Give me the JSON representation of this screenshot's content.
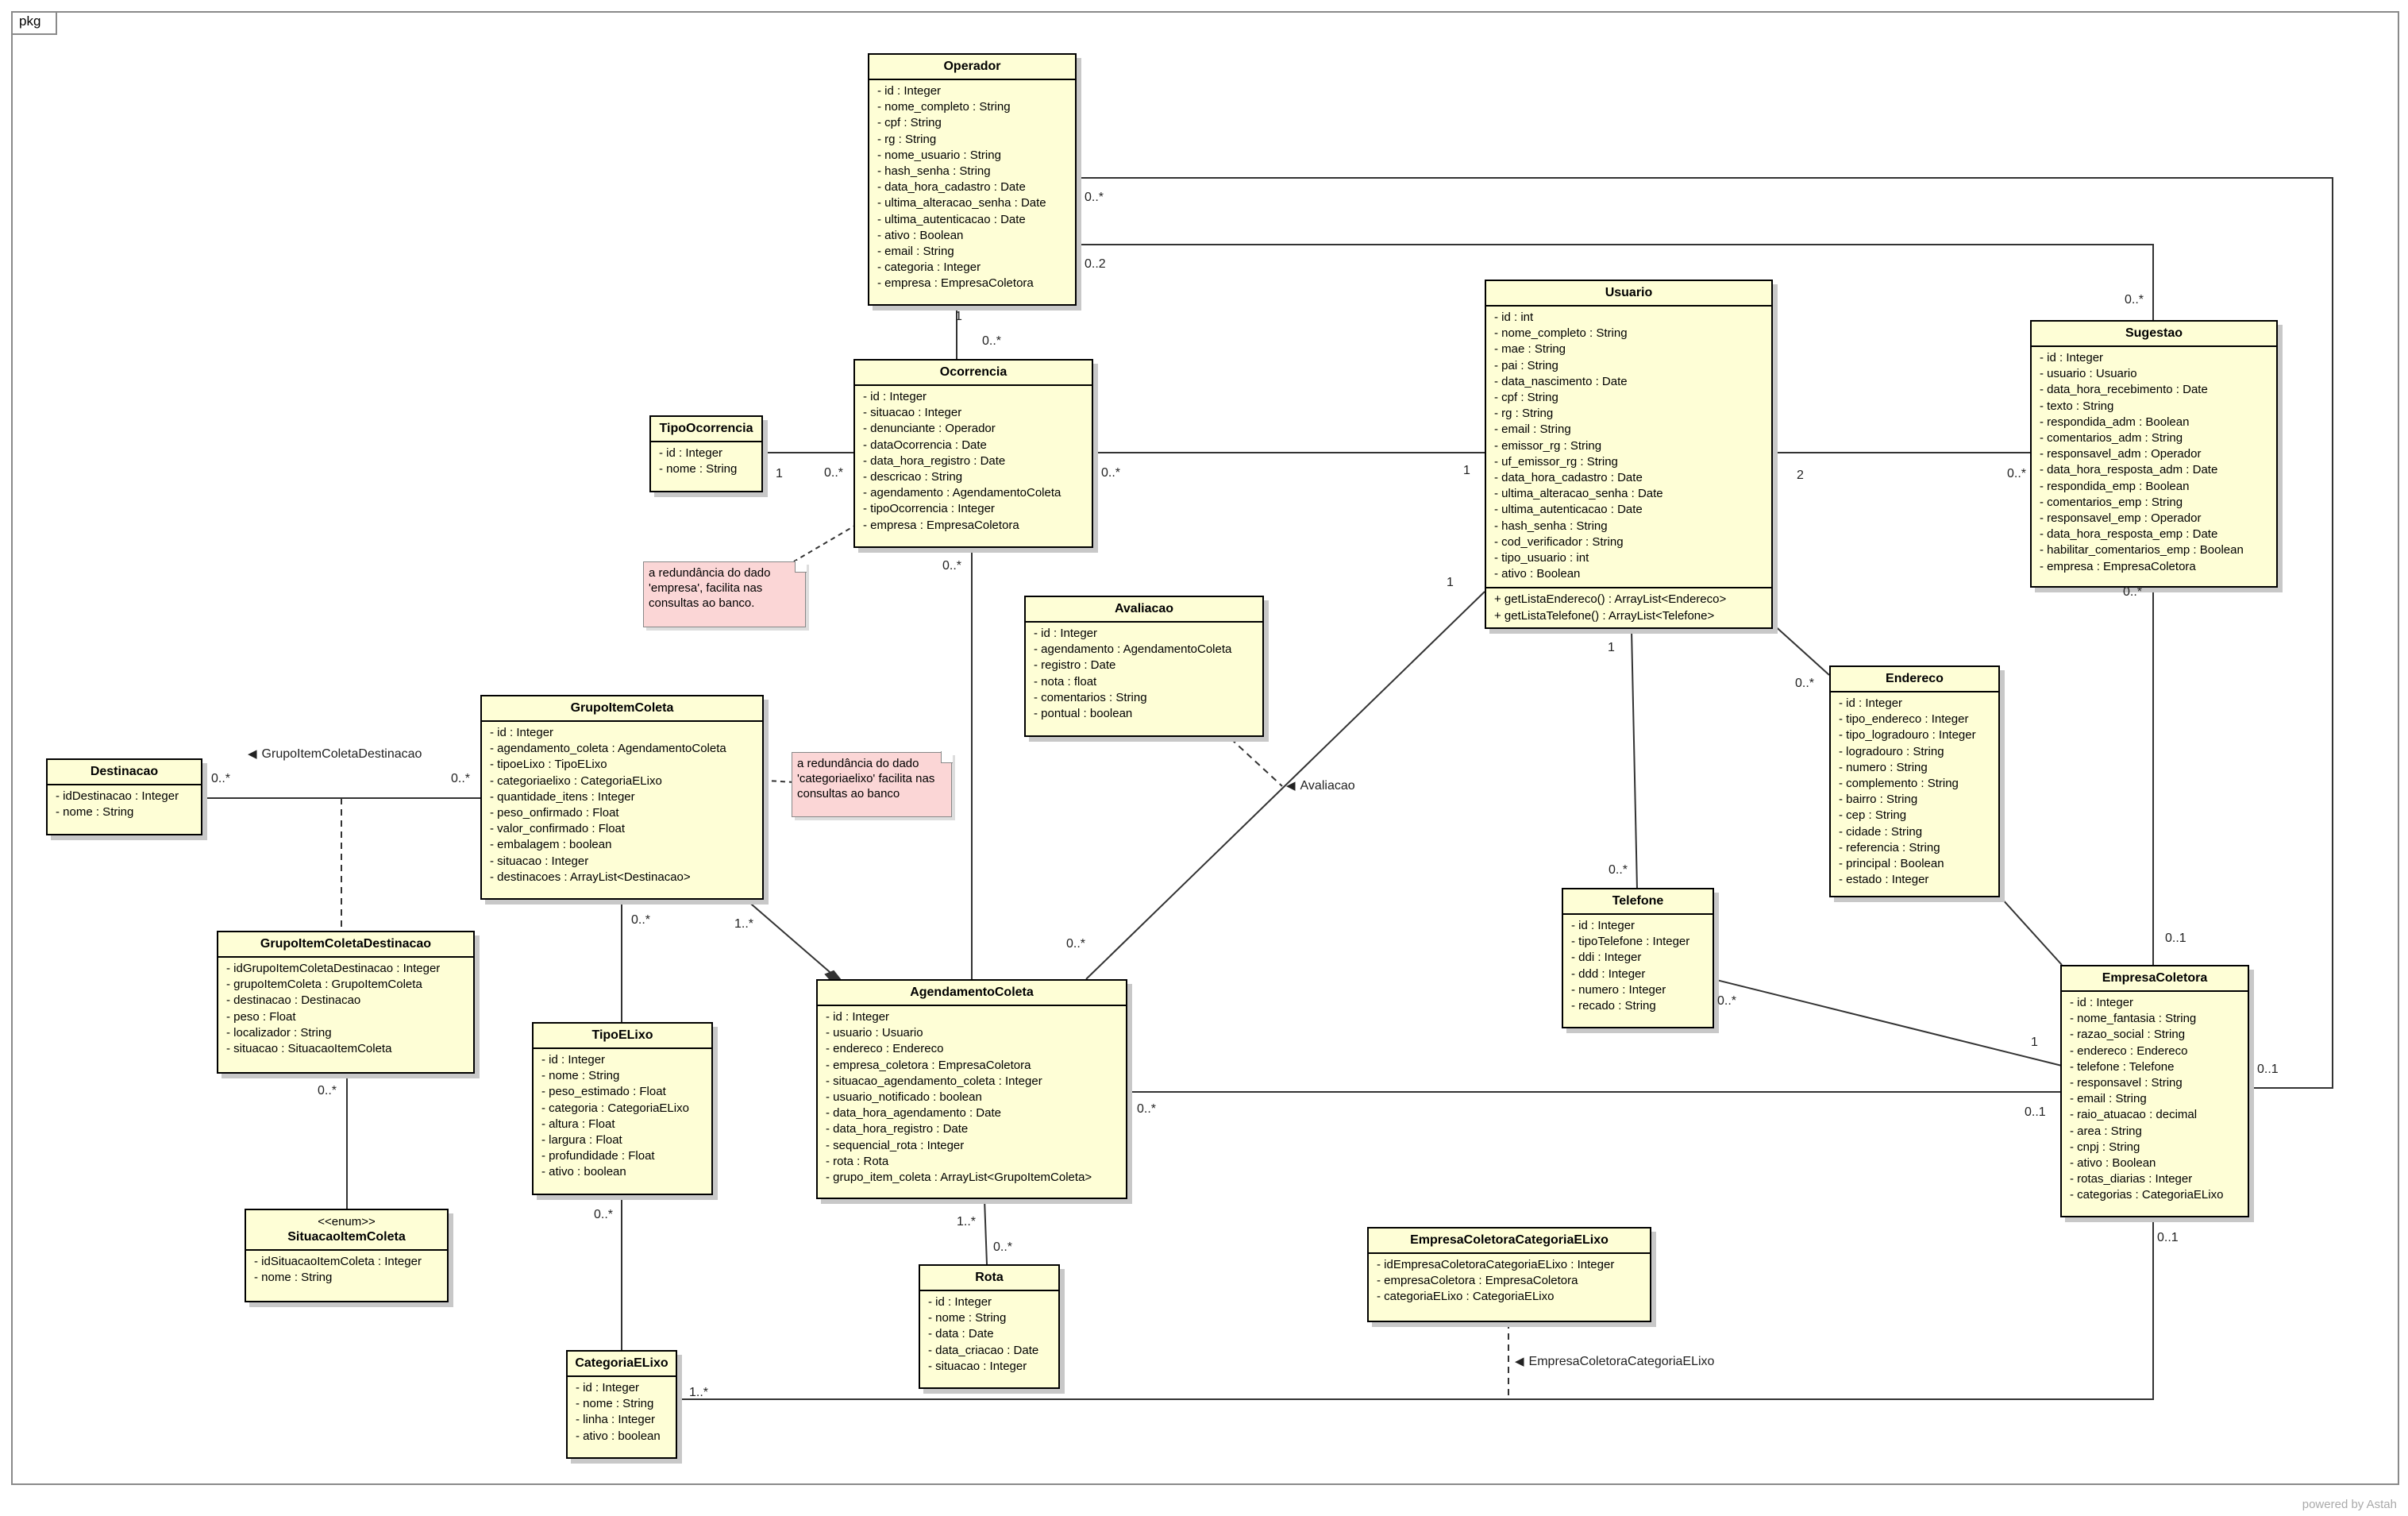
{
  "package_label": "pkg",
  "watermark": "powered by Astah",
  "classes": {
    "operador": {
      "name": "Operador",
      "attributes": [
        "- id : Integer",
        "- nome_completo : String",
        "- cpf : String",
        "- rg : String",
        "- nome_usuario : String",
        "- hash_senha : String",
        "- data_hora_cadastro : Date",
        "- ultima_alteracao_senha : Date",
        "- ultima_autenticacao : Date",
        "- ativo : Boolean",
        "- email : String",
        "- categoria : Integer",
        "- empresa : EmpresaColetora"
      ]
    },
    "ocorrencia": {
      "name": "Ocorrencia",
      "attributes": [
        "- id : Integer",
        "- situacao : Integer",
        "- denunciante : Operador",
        "- dataOcorrencia : Date",
        "- data_hora_registro : Date",
        "- descricao : String",
        "- agendamento : AgendamentoColeta",
        "- tipoOcorrencia : Integer",
        "- empresa : EmpresaColetora"
      ]
    },
    "tipoOcorrencia": {
      "name": "TipoOcorrencia",
      "attributes": [
        "- id : Integer",
        "- nome : String"
      ]
    },
    "usuario": {
      "name": "Usuario",
      "attributes": [
        "- id : int",
        "- nome_completo : String",
        "- mae : String",
        "- pai : String",
        "- data_nascimento : Date",
        "- cpf : String",
        "- rg : String",
        "- email : String",
        "- emissor_rg : String",
        "- uf_emissor_rg : String",
        "- data_hora_cadastro : Date",
        "- ultima_alteracao_senha : Date",
        "- ultima_autenticacao : Date",
        "- hash_senha : String",
        "- cod_verificador : String",
        "- tipo_usuario : int",
        "- ativo : Boolean"
      ],
      "operations": [
        "+ getListaEndereco() : ArrayList<Endereco>",
        "+ getListaTelefone() : ArrayList<Telefone>"
      ]
    },
    "sugestao": {
      "name": "Sugestao",
      "attributes": [
        "- id : Integer",
        "- usuario : Usuario",
        "- data_hora_recebimento : Date",
        "- texto : String",
        "- respondida_adm : Boolean",
        "- comentarios_adm : String",
        "- responsavel_adm : Operador",
        "- data_hora_resposta_adm : Date",
        "- respondida_emp : Boolean",
        "- comentarios_emp : String",
        "- responsavel_emp : Operador",
        "- data_hora_resposta_emp : Date",
        "- habilitar_comentarios_emp : Boolean",
        "- empresa : EmpresaColetora"
      ]
    },
    "avaliacao": {
      "name": "Avaliacao",
      "attributes": [
        "- id : Integer",
        "- agendamento : AgendamentoColeta",
        "- registro : Date",
        "- nota : float",
        "- comentarios : String",
        "- pontual : boolean"
      ]
    },
    "endereco": {
      "name": "Endereco",
      "attributes": [
        "- id : Integer",
        "- tipo_endereco : Integer",
        "- tipo_logradouro : Integer",
        "- logradouro : String",
        "- numero : String",
        "- complemento : String",
        "- bairro : String",
        "- cep : String",
        "- cidade : String",
        "- referencia : String",
        "- principal : Boolean",
        "- estado : Integer"
      ]
    },
    "grupoItemColeta": {
      "name": "GrupoItemColeta",
      "attributes": [
        "- id : Integer",
        "- agendamento_coleta : AgendamentoColeta",
        "- tipoeLixo : TipoELixo",
        "- categoriaelixo : CategoriaELixo",
        "- quantidade_itens : Integer",
        "- peso_onfirmado : Float",
        "- valor_confirmado : Float",
        "- embalagem : boolean",
        "- situacao : Integer",
        "- destinacoes : ArrayList<Destinacao>"
      ]
    },
    "destinacao": {
      "name": "Destinacao",
      "attributes": [
        "- idDestinacao : Integer",
        "- nome : String"
      ]
    },
    "grupoItemColetaDestinacao": {
      "name": "GrupoItemColetaDestinacao",
      "attributes": [
        "- idGrupoItemColetaDestinacao : Integer",
        "- grupoItemColeta : GrupoItemColeta",
        "- destinacao : Destinacao",
        "- peso : Float",
        "- localizador : String",
        "- situacao : SituacaoItemColeta"
      ]
    },
    "situacaoItemColeta": {
      "name": "SituacaoItemColeta",
      "stereotype": "<<enum>>",
      "attributes": [
        "- idSituacaoItemColeta : Integer",
        "- nome : String"
      ]
    },
    "tipoELixo": {
      "name": "TipoELixo",
      "attributes": [
        "- id : Integer",
        "- nome : String",
        "- peso_estimado : Float",
        "- categoria : CategoriaELixo",
        "- altura : Float",
        "- largura : Float",
        "- profundidade : Float",
        "- ativo : boolean"
      ]
    },
    "agendamentoColeta": {
      "name": "AgendamentoColeta",
      "attributes": [
        "- id : Integer",
        "- usuario : Usuario",
        "- endereco : Endereco",
        "- empresa_coletora : EmpresaColetora",
        "- situacao_agendamento_coleta : Integer",
        "- usuario_notificado : boolean",
        "- data_hora_agendamento : Date",
        "- data_hora_registro : Date",
        "- sequencial_rota : Integer",
        "- rota : Rota",
        "- grupo_item_coleta : ArrayList<GrupoItemColeta>"
      ]
    },
    "telefone": {
      "name": "Telefone",
      "attributes": [
        "- id : Integer",
        "- tipoTelefone : Integer",
        "- ddi : Integer",
        "- ddd : Integer",
        "- numero : Integer",
        "- recado : String"
      ]
    },
    "empresaColetora": {
      "name": "EmpresaColetora",
      "attributes": [
        "- id : Integer",
        "- nome_fantasia : String",
        "- razao_social : String",
        "- endereco : Endereco",
        "- telefone : Telefone",
        "- responsavel : String",
        "- email : String",
        "- raio_atuacao : decimal",
        "- area : String",
        "- cnpj : String",
        "- ativo : Boolean",
        "- rotas_diarias : Integer",
        "- categorias : CategoriaELixo"
      ]
    },
    "rota": {
      "name": "Rota",
      "attributes": [
        "- id : Integer",
        "- nome : String",
        "- data : Date",
        "- data_criacao : Date",
        "- situacao : Integer"
      ]
    },
    "categoriaELixo": {
      "name": "CategoriaELixo",
      "attributes": [
        "- id : Integer",
        "- nome : String",
        "- linha : Integer",
        "- ativo : boolean"
      ]
    },
    "empresaColetoraCategoriaELixo": {
      "name": "EmpresaColetoraCategoriaELixo",
      "attributes": [
        "- idEmpresaColetoraCategoriaELixo : Integer",
        "- empresaColetora : EmpresaColetora",
        "- categoriaELixo : CategoriaELixo"
      ]
    }
  },
  "notes": {
    "ocorrencia_note": "a redundância do dado 'empresa', facilita nas consultas ao banco.",
    "grupo_note": "a redundância do dado 'categoriaelixo' facilita nas consultas ao banco"
  },
  "association_names": {
    "grupo_destinacao": "GrupoItemColetaDestinacao",
    "avaliacao": "Avaliacao",
    "empresa_categoria": "EmpresaColetoraCategoriaELixo"
  },
  "multiplicities": [
    "0..*",
    "0..2",
    "0..*",
    "1",
    "0..*",
    "0..*",
    "1",
    "0..*",
    "1",
    "0..*",
    "2",
    "0..*",
    "0..*",
    "1",
    "0..*",
    "1",
    "0..*",
    "0..*",
    "0..*",
    "0..*",
    "1..*",
    "0..*",
    "1..*",
    "0..*",
    "0..1",
    "0..*",
    "1",
    "0..1",
    "0..1",
    "0..*",
    "1..*",
    "0..1",
    "0..*",
    "0..*"
  ]
}
